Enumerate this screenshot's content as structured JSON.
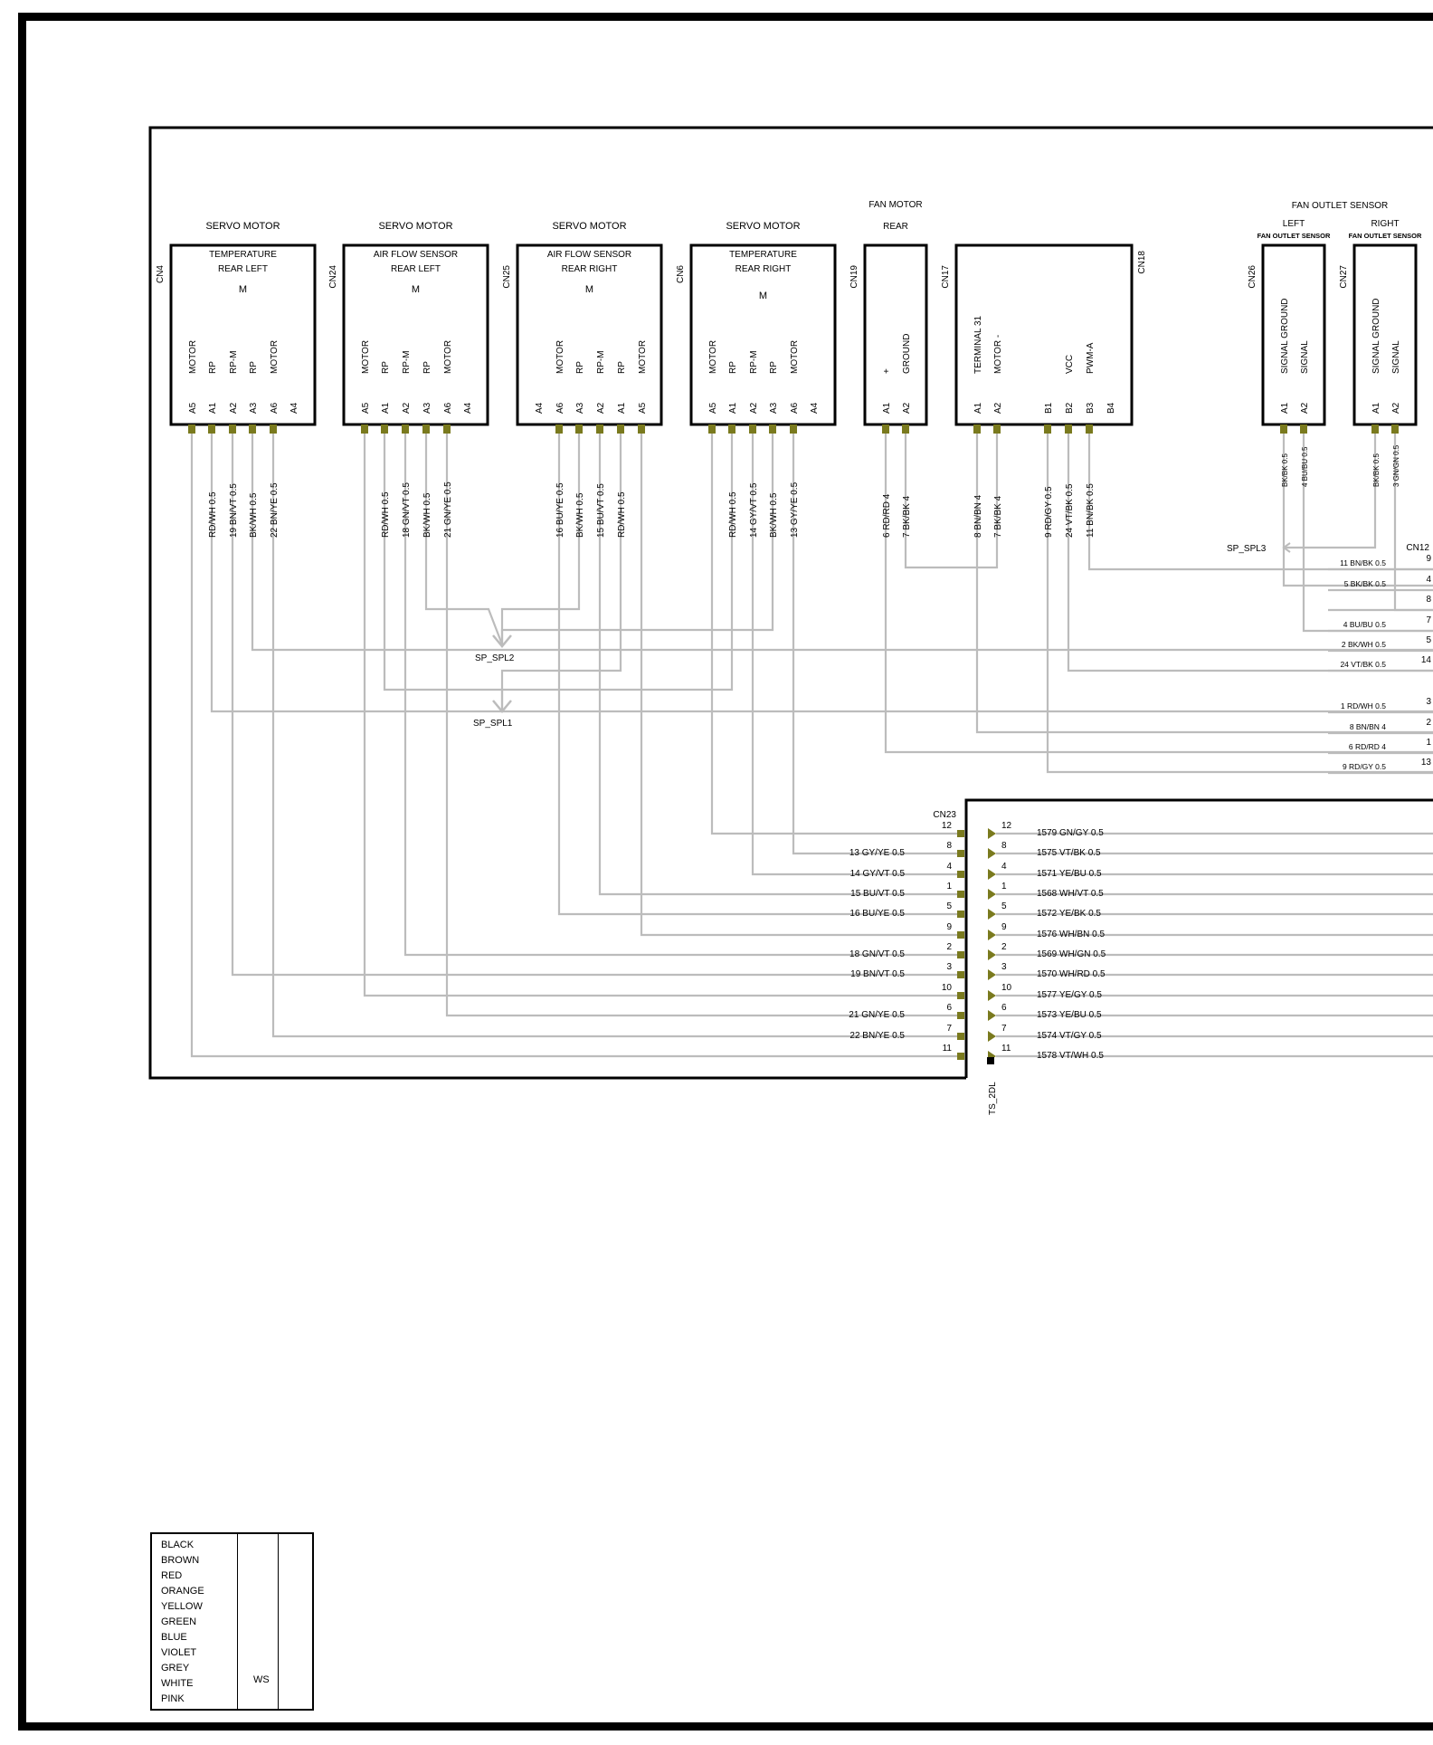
{
  "groups": {
    "fan_outlet_sensor": "FAN OUTLET SENSOR",
    "fan_motor": "FAN MOTOR",
    "rear": "REAR"
  },
  "components": [
    {
      "id": "CN4",
      "head": "SERVO MOTOR",
      "desc": [
        "TEMPERATURE",
        "REAR LEFT"
      ],
      "symbol": "M",
      "pinlabels": [
        "MOTOR",
        "RP",
        "RP-M",
        "RP",
        "MOTOR",
        ""
      ],
      "pinids": [
        "A5",
        "A1",
        "A2",
        "A3",
        "A6",
        "A4"
      ]
    },
    {
      "id": "CN24",
      "head": "SERVO MOTOR",
      "desc": [
        "AIR FLOW SENSOR",
        "REAR LEFT"
      ],
      "symbol": "M",
      "pinlabels": [
        "MOTOR",
        "RP",
        "RP-M",
        "RP",
        "MOTOR",
        ""
      ],
      "pinids": [
        "A5",
        "A1",
        "A2",
        "A3",
        "A6",
        "A4"
      ]
    },
    {
      "id": "CN25",
      "head": "SERVO MOTOR",
      "desc": [
        "AIR FLOW SENSOR",
        "REAR RIGHT"
      ],
      "symbol": "M",
      "pinlabels": [
        "",
        "MOTOR",
        "RP",
        "RP-M",
        "RP",
        "MOTOR"
      ],
      "pinids": [
        "A4",
        "A6",
        "A3",
        "A2",
        "A1",
        "A5"
      ]
    },
    {
      "id": "CN6",
      "head": "SERVO MOTOR",
      "desc": [
        "TEMPERATURE",
        "REAR RIGHT"
      ],
      "symbol": "M",
      "pinlabels": [
        "MOTOR",
        "RP",
        "RP-M",
        "RP",
        "MOTOR",
        ""
      ],
      "pinids": [
        "A5",
        "A1",
        "A2",
        "A3",
        "A6",
        "A4"
      ]
    },
    {
      "id": "CN19",
      "head": "",
      "desc": [],
      "symbol": "",
      "pinlabels": [
        "+",
        "GROUND"
      ],
      "pinids": [
        "A1",
        "A2"
      ]
    },
    {
      "id": "CN17",
      "head": "",
      "desc": [],
      "symbol": "",
      "pinlabels": [
        "TERMINAL 31",
        "MOTOR -",
        "",
        "VCC",
        "PWM-A",
        ""
      ],
      "pinids": [
        "A1",
        "A2",
        "B1",
        "B2",
        "B3",
        "B4"
      ]
    },
    {
      "id": "CN26",
      "head": "LEFT",
      "desc": [
        "FAN OUTLET SENSOR"
      ],
      "symbol": "",
      "pinlabels": [
        "SIGNAL GROUND",
        "SIGNAL"
      ],
      "pinids": [
        "A1",
        "A2"
      ]
    },
    {
      "id": "CN27",
      "head": "RIGHT",
      "desc": [
        "FAN OUTLET SENSOR"
      ],
      "symbol": "",
      "pinlabels": [
        "SIGNAL GROUND",
        "SIGNAL"
      ],
      "pinids": [
        "A1",
        "A2"
      ]
    }
  ],
  "cn17_right_label": "CN18",
  "wire_labels": {
    "CN4": [
      "RD/WH 0.5",
      "19 BN/VT 0.5",
      "BK/WH 0.5",
      "22 BN/YE 0.5"
    ],
    "CN24": [
      "RD/WH 0.5",
      "18 GN/VT 0.5",
      "BK/WH 0.5",
      "21 GN/YE 0.5"
    ],
    "CN25": [
      "16 BU/YE 0.5",
      "BK/WH 0.5",
      "15 BU/VT 0.5",
      "RD/WH 0.5"
    ],
    "CN6": [
      "RD/WH 0.5",
      "14 GY/VT 0.5",
      "BK/WH 0.5",
      "13 GY/YE 0.5"
    ],
    "CN19": [
      "6 RD/RD 4",
      "7 BK/BK 4"
    ],
    "CN17": [
      "8 BN/BN 4",
      "7 BK/BK 4",
      "9 RD/GY 0.5",
      "24 VT/BK 0.5",
      "11 BN/BK 0.5"
    ],
    "CN26": [
      "BK/BK 0.5",
      "4 BU/BU 0.5"
    ],
    "CN27": [
      "BK/BK 0.5",
      "3 GN/GN 0.5"
    ]
  },
  "splices": [
    "SP_SPL1",
    "SP_SPL2",
    "SP_SPL3"
  ],
  "cn12": {
    "id": "CN12",
    "rows": [
      {
        "label": "11 BN/BK 0.5",
        "pin": "9"
      },
      {
        "label": "5 BK/BK 0.5",
        "pin": "4"
      },
      {
        "label": "",
        "pin": "8"
      },
      {
        "label": "4 BU/BU 0.5",
        "pin": "7"
      },
      {
        "label": "2 BK/WH 0.5",
        "pin": "5"
      },
      {
        "label": "24 VT/BK 0.5",
        "pin": "14"
      },
      {
        "label": "1 RD/WH 0.5",
        "pin": "3"
      },
      {
        "label": "8 BN/BN 4",
        "pin": "2"
      },
      {
        "label": "6 RD/RD 4",
        "pin": "1"
      },
      {
        "label": "9 RD/GY 0.5",
        "pin": "13"
      }
    ]
  },
  "cn23": {
    "id": "CN23",
    "rows": [
      {
        "left": "",
        "pin": "12",
        "out": "1579 GN/GY 0.5"
      },
      {
        "left": "13 GY/YE 0.5",
        "pin": "8",
        "out": "1575 VT/BK 0.5"
      },
      {
        "left": "14 GY/VT 0.5",
        "pin": "4",
        "out": "1571 YE/BU 0.5"
      },
      {
        "left": "15 BU/VT 0.5",
        "pin": "1",
        "out": "1568 WH/VT 0.5"
      },
      {
        "left": "16 BU/YE 0.5",
        "pin": "5",
        "out": "1572 YE/BK 0.5"
      },
      {
        "left": "",
        "pin": "9",
        "out": "1576 WH/BN 0.5"
      },
      {
        "left": "18 GN/VT 0.5",
        "pin": "2",
        "out": "1569 WH/GN 0.5"
      },
      {
        "left": "19 BN/VT 0.5",
        "pin": "3",
        "out": "1570 WH/RD 0.5"
      },
      {
        "left": "",
        "pin": "10",
        "out": "1577 YE/GY 0.5"
      },
      {
        "left": "21 GN/YE 0.5",
        "pin": "6",
        "out": "1573 YE/BU 0.5"
      },
      {
        "left": "22 BN/YE 0.5",
        "pin": "7",
        "out": "1574 VT/GY 0.5"
      },
      {
        "left": "",
        "pin": "11",
        "out": "1578 VT/WH 0.5"
      }
    ],
    "terminal_id": "TS_2DL"
  },
  "legend": {
    "colors": [
      "BLACK",
      "BROWN",
      "RED",
      "ORANGE",
      "YELLOW",
      "GREEN",
      "BLUE",
      "VIOLET",
      "GREY",
      "WHITE",
      "PINK"
    ],
    "white_abbrev": "WS"
  }
}
